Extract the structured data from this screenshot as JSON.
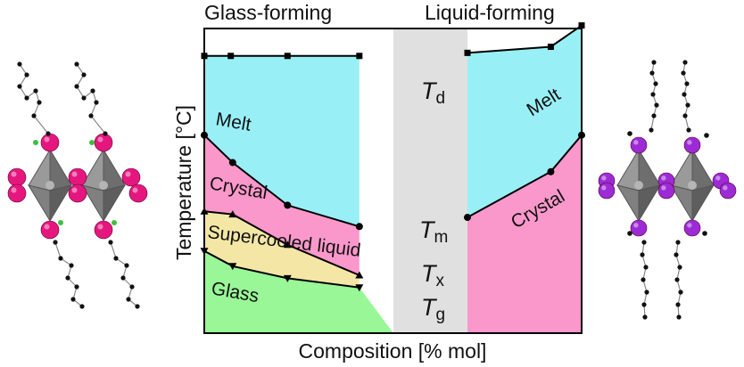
{
  "chart_data": {
    "type": "area",
    "title": "",
    "xlabel": "Composition [% mol]",
    "ylabel": "Temperature [°C]",
    "xlim": [
      0,
      100
    ],
    "ylim": [
      0,
      100
    ],
    "grid": false,
    "legend": "none",
    "panel_titles": {
      "left": "Glass-forming",
      "right": "Liquid-forming"
    },
    "transition_labels": [
      {
        "id": "Td",
        "base": "T",
        "sub": "d"
      },
      {
        "id": "Tm",
        "base": "T",
        "sub": "m"
      },
      {
        "id": "Tx",
        "base": "T",
        "sub": "x"
      },
      {
        "id": "Tg",
        "base": "T",
        "sub": "g"
      }
    ],
    "regions": {
      "left": [
        "Melt",
        "Crystal",
        "Supercooled liquid",
        "Glass"
      ],
      "right": [
        "Melt",
        "Crystal"
      ]
    },
    "series": [
      {
        "id": "Td",
        "panel": "left",
        "marker": "square",
        "x": [
          0,
          14,
          44,
          82
        ],
        "y": [
          91,
          91,
          91,
          91
        ]
      },
      {
        "id": "Tm",
        "panel": "left",
        "marker": "circle",
        "x": [
          0,
          15,
          44,
          82
        ],
        "y": [
          65,
          56,
          42,
          35
        ]
      },
      {
        "id": "Tx",
        "panel": "left",
        "marker": "triangle-up",
        "x": [
          0,
          15,
          44,
          82
        ],
        "y": [
          40,
          39,
          29,
          19
        ]
      },
      {
        "id": "Tg",
        "panel": "left",
        "marker": "triangle-down",
        "x": [
          0,
          15,
          44,
          82
        ],
        "y": [
          27,
          22,
          18,
          15
        ]
      },
      {
        "id": "Td",
        "panel": "right",
        "marker": "square",
        "x": [
          0,
          73,
          100
        ],
        "y": [
          92,
          94,
          101
        ]
      },
      {
        "id": "Tm",
        "panel": "right",
        "marker": "circle",
        "x": [
          0,
          73,
          100
        ],
        "y": [
          38,
          53,
          65
        ]
      }
    ],
    "colors": {
      "melt": "#98f0f6",
      "crystal": "#fb98cb",
      "supercooled": "#f4e7a6",
      "glass": "#99f797",
      "gap": "#e0e0e0",
      "line": "#000000",
      "octahedron": "#7f7f7f",
      "left_atom": "#e5177f",
      "right_atom": "#9c2bd6",
      "bond_h": "#3fbf3f"
    },
    "molecule_icons": [
      "left-crystal-structure-icon",
      "right-crystal-structure-icon"
    ]
  }
}
